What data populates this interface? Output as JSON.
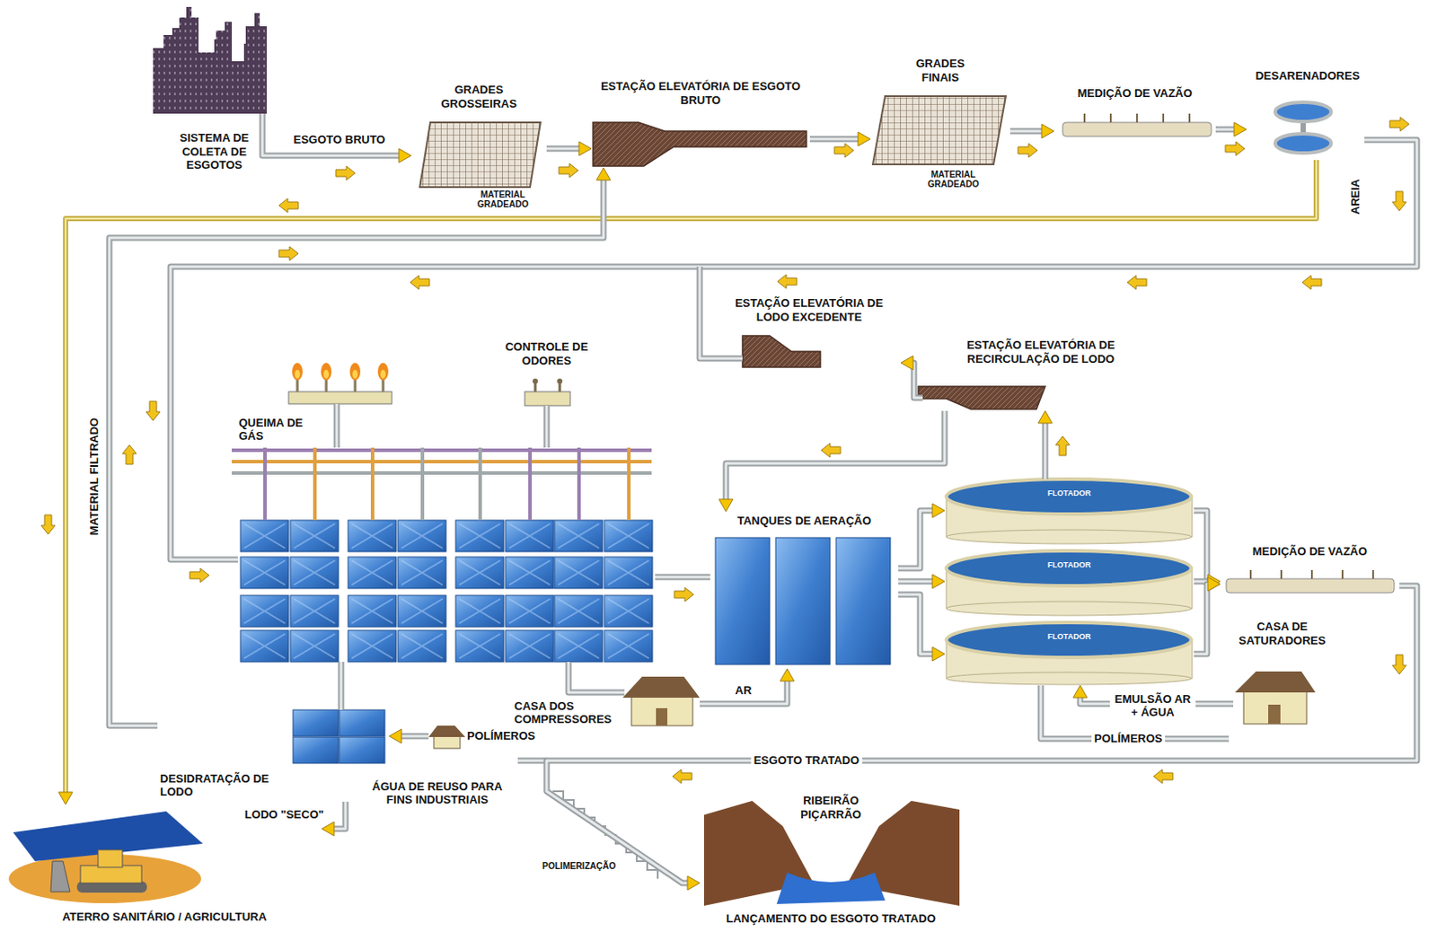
{
  "diagram": {
    "nodes": [
      {
        "text": [
          "SISTEMA DE COLETA DE ESGOTOS"
        ]
      },
      {
        "text": [
          "GRADES GROSSEIRAS"
        ]
      },
      {
        "text": [
          "ESTAÇÃO ELEVATÓRIA DE ESGOTO BRUTO"
        ]
      },
      {
        "text": [
          "GRADES FINAIS"
        ]
      },
      {
        "text": [
          "MEDIÇÃO DE VAZÃO"
        ]
      },
      {
        "text": [
          "DESARENADORES"
        ]
      },
      {
        "text": [
          "CONTROLE DE ODORES"
        ]
      },
      {
        "text": [
          "QUEIMA DE GÁS"
        ]
      },
      {
        "text": [
          "ESTAÇÃO ELEVATÓRIA DE LODO EXCEDENTE"
        ]
      },
      {
        "text": [
          "ESTAÇÃO ELEVATÓRIA DE RECIRCULAÇÃO DE LODO"
        ]
      },
      {
        "text": [
          "TANQUES DE AERAÇÃO"
        ]
      },
      {
        "text": [
          "FLOTADOR"
        ]
      },
      {
        "text": [
          "FLOTADOR"
        ]
      },
      {
        "text": [
          "FLOTADOR"
        ]
      },
      {
        "text": [
          "MEDIÇÃO DE VAZÃO"
        ]
      },
      {
        "text": [
          "CASA DE SATURADORES"
        ]
      },
      {
        "text": [
          "CASA DOS COMPRESSORES"
        ]
      },
      {
        "text": [
          "DESIDRATAÇÃO DE LODO"
        ]
      },
      {
        "text": [
          "POLÍMEROS"
        ]
      },
      {
        "text": [
          "ATERRO SANITÁRIO / AGRICULTURA"
        ]
      },
      {
        "text": [
          "RIBEIRÃO PIÇARRÃO",
          "LANÇAMENTO DO ESGOTO TRATADO"
        ]
      }
    ],
    "edges": [
      {
        "from": 0,
        "to": 1,
        "arrow": "to",
        "label": "ESGOTO BRUTO"
      },
      {
        "from": 1,
        "to": 2,
        "arrow": "to"
      },
      {
        "from": 2,
        "to": 3,
        "arrow": "to"
      },
      {
        "from": 3,
        "to": 4,
        "arrow": "to"
      },
      {
        "from": 4,
        "to": 5,
        "arrow": "to"
      },
      {
        "from": 5,
        "to": 19,
        "arrow": "to"
      },
      {
        "from": 17,
        "to": 2,
        "arrow": "to",
        "label": "MATERIAL FILTRADO"
      },
      {
        "from": 9,
        "to": 8,
        "arrow": "to"
      },
      {
        "from": 9,
        "to": 10,
        "arrow": "to"
      },
      {
        "from": 11,
        "to": 9,
        "arrow": "to"
      },
      {
        "from": 10,
        "to": 11,
        "arrow": "to"
      },
      {
        "from": 10,
        "to": 12,
        "arrow": "to"
      },
      {
        "from": 10,
        "to": 13,
        "arrow": "to"
      },
      {
        "from": 11,
        "to": 14,
        "arrow": "to"
      },
      {
        "from": 12,
        "to": 14,
        "arrow": "to"
      },
      {
        "from": 13,
        "to": 14,
        "arrow": "to"
      },
      {
        "from": 16,
        "to": 10,
        "arrow": "to",
        "label": "AR"
      },
      {
        "from": 15,
        "to": 13,
        "arrow": "to",
        "label": "EMULSÃO AR + ÁGUA"
      },
      {
        "from": 18,
        "to": 17,
        "arrow": "to"
      },
      {
        "from": 17,
        "to": 19,
        "arrow": "to",
        "label": "LODO \"SECO\""
      },
      {
        "from": 14,
        "to": 20,
        "arrow": "to",
        "label": "ESGOTO TRATADO"
      }
    ],
    "labels": [
      "MATERIAL GRADEADO",
      "MATERIAL GRADEADO",
      "AREIA",
      "ÁGUA DE REUSO PARA FINS INDUSTRIAIS",
      "POLÍMEROS",
      "POLIMERIZAÇÃO"
    ]
  }
}
